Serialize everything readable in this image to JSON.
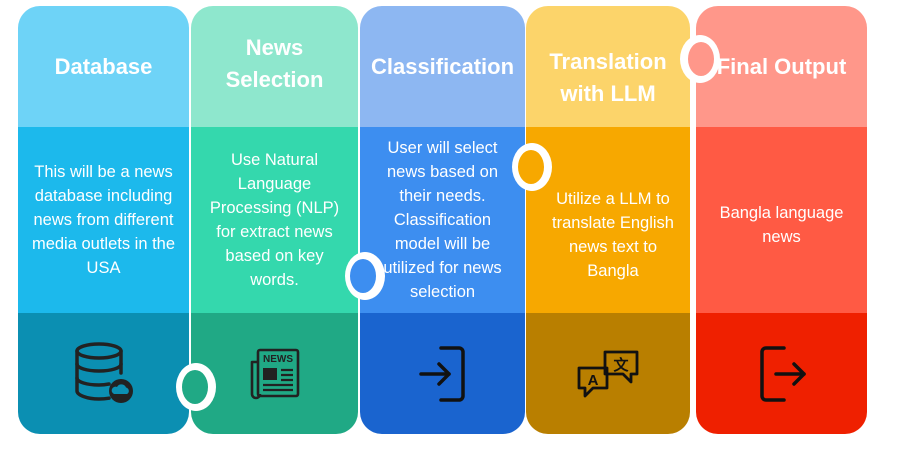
{
  "colors": {
    "database": {
      "top": "#6ed3f7",
      "mid": "#1cb9ec",
      "bot": "#0b8fb2"
    },
    "news_selection": {
      "top": "#8ee7cd",
      "mid": "#34d8ad",
      "bot": "#20a985"
    },
    "classification": {
      "top": "#8db7f2",
      "mid": "#3d8ef0",
      "bot": "#1a64cf"
    },
    "translation": {
      "top": "#fcd46a",
      "mid": "#f7a800",
      "bot": "#b97f00"
    },
    "final_output": {
      "top": "#ff978a",
      "mid": "#ff5a44",
      "bot": "#ef2000"
    }
  },
  "steps": [
    {
      "title": "Database",
      "description": "This will be a news database including news from different media outlets in the USA",
      "icon": "database-cloud-icon"
    },
    {
      "title": "News Selection",
      "description": "Use Natural Language Processing (NLP) for extract news based on key words.",
      "icon": "newspaper-icon"
    },
    {
      "title": "Classification",
      "description": "User will select news based on their needs. Classification model will be utilized for news selection",
      "icon": "sign-in-icon"
    },
    {
      "title": "Translation with LLM",
      "description": "Utilize a LLM to translate English news text to Bangla",
      "icon": "translate-icon"
    },
    {
      "title": "Final Output",
      "description": "Bangla language news",
      "icon": "sign-out-icon"
    }
  ]
}
